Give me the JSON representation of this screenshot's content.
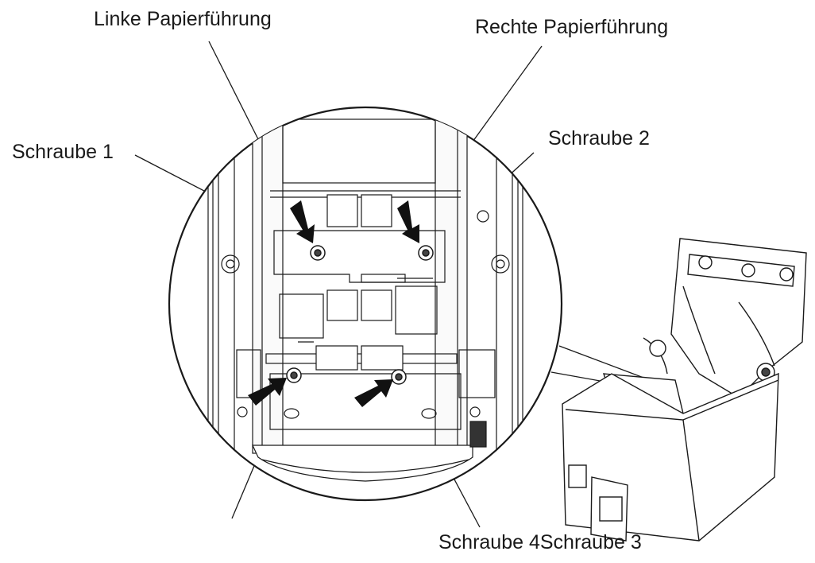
{
  "labels": {
    "left_paper_guide": "Linke Papierführung",
    "right_paper_guide": "Rechte Papierführung",
    "screw_1": "Schraube 1",
    "screw_2": "Schraube 2",
    "screw_4_3": "Schraube 4Schraube 3"
  },
  "colors": {
    "line": "#1a1a1a",
    "arrow_fill": "#111111",
    "background": "#ffffff"
  },
  "icons": {
    "arrow": "arrow-icon",
    "screw": "screw-icon",
    "printer": "printer-icon"
  }
}
